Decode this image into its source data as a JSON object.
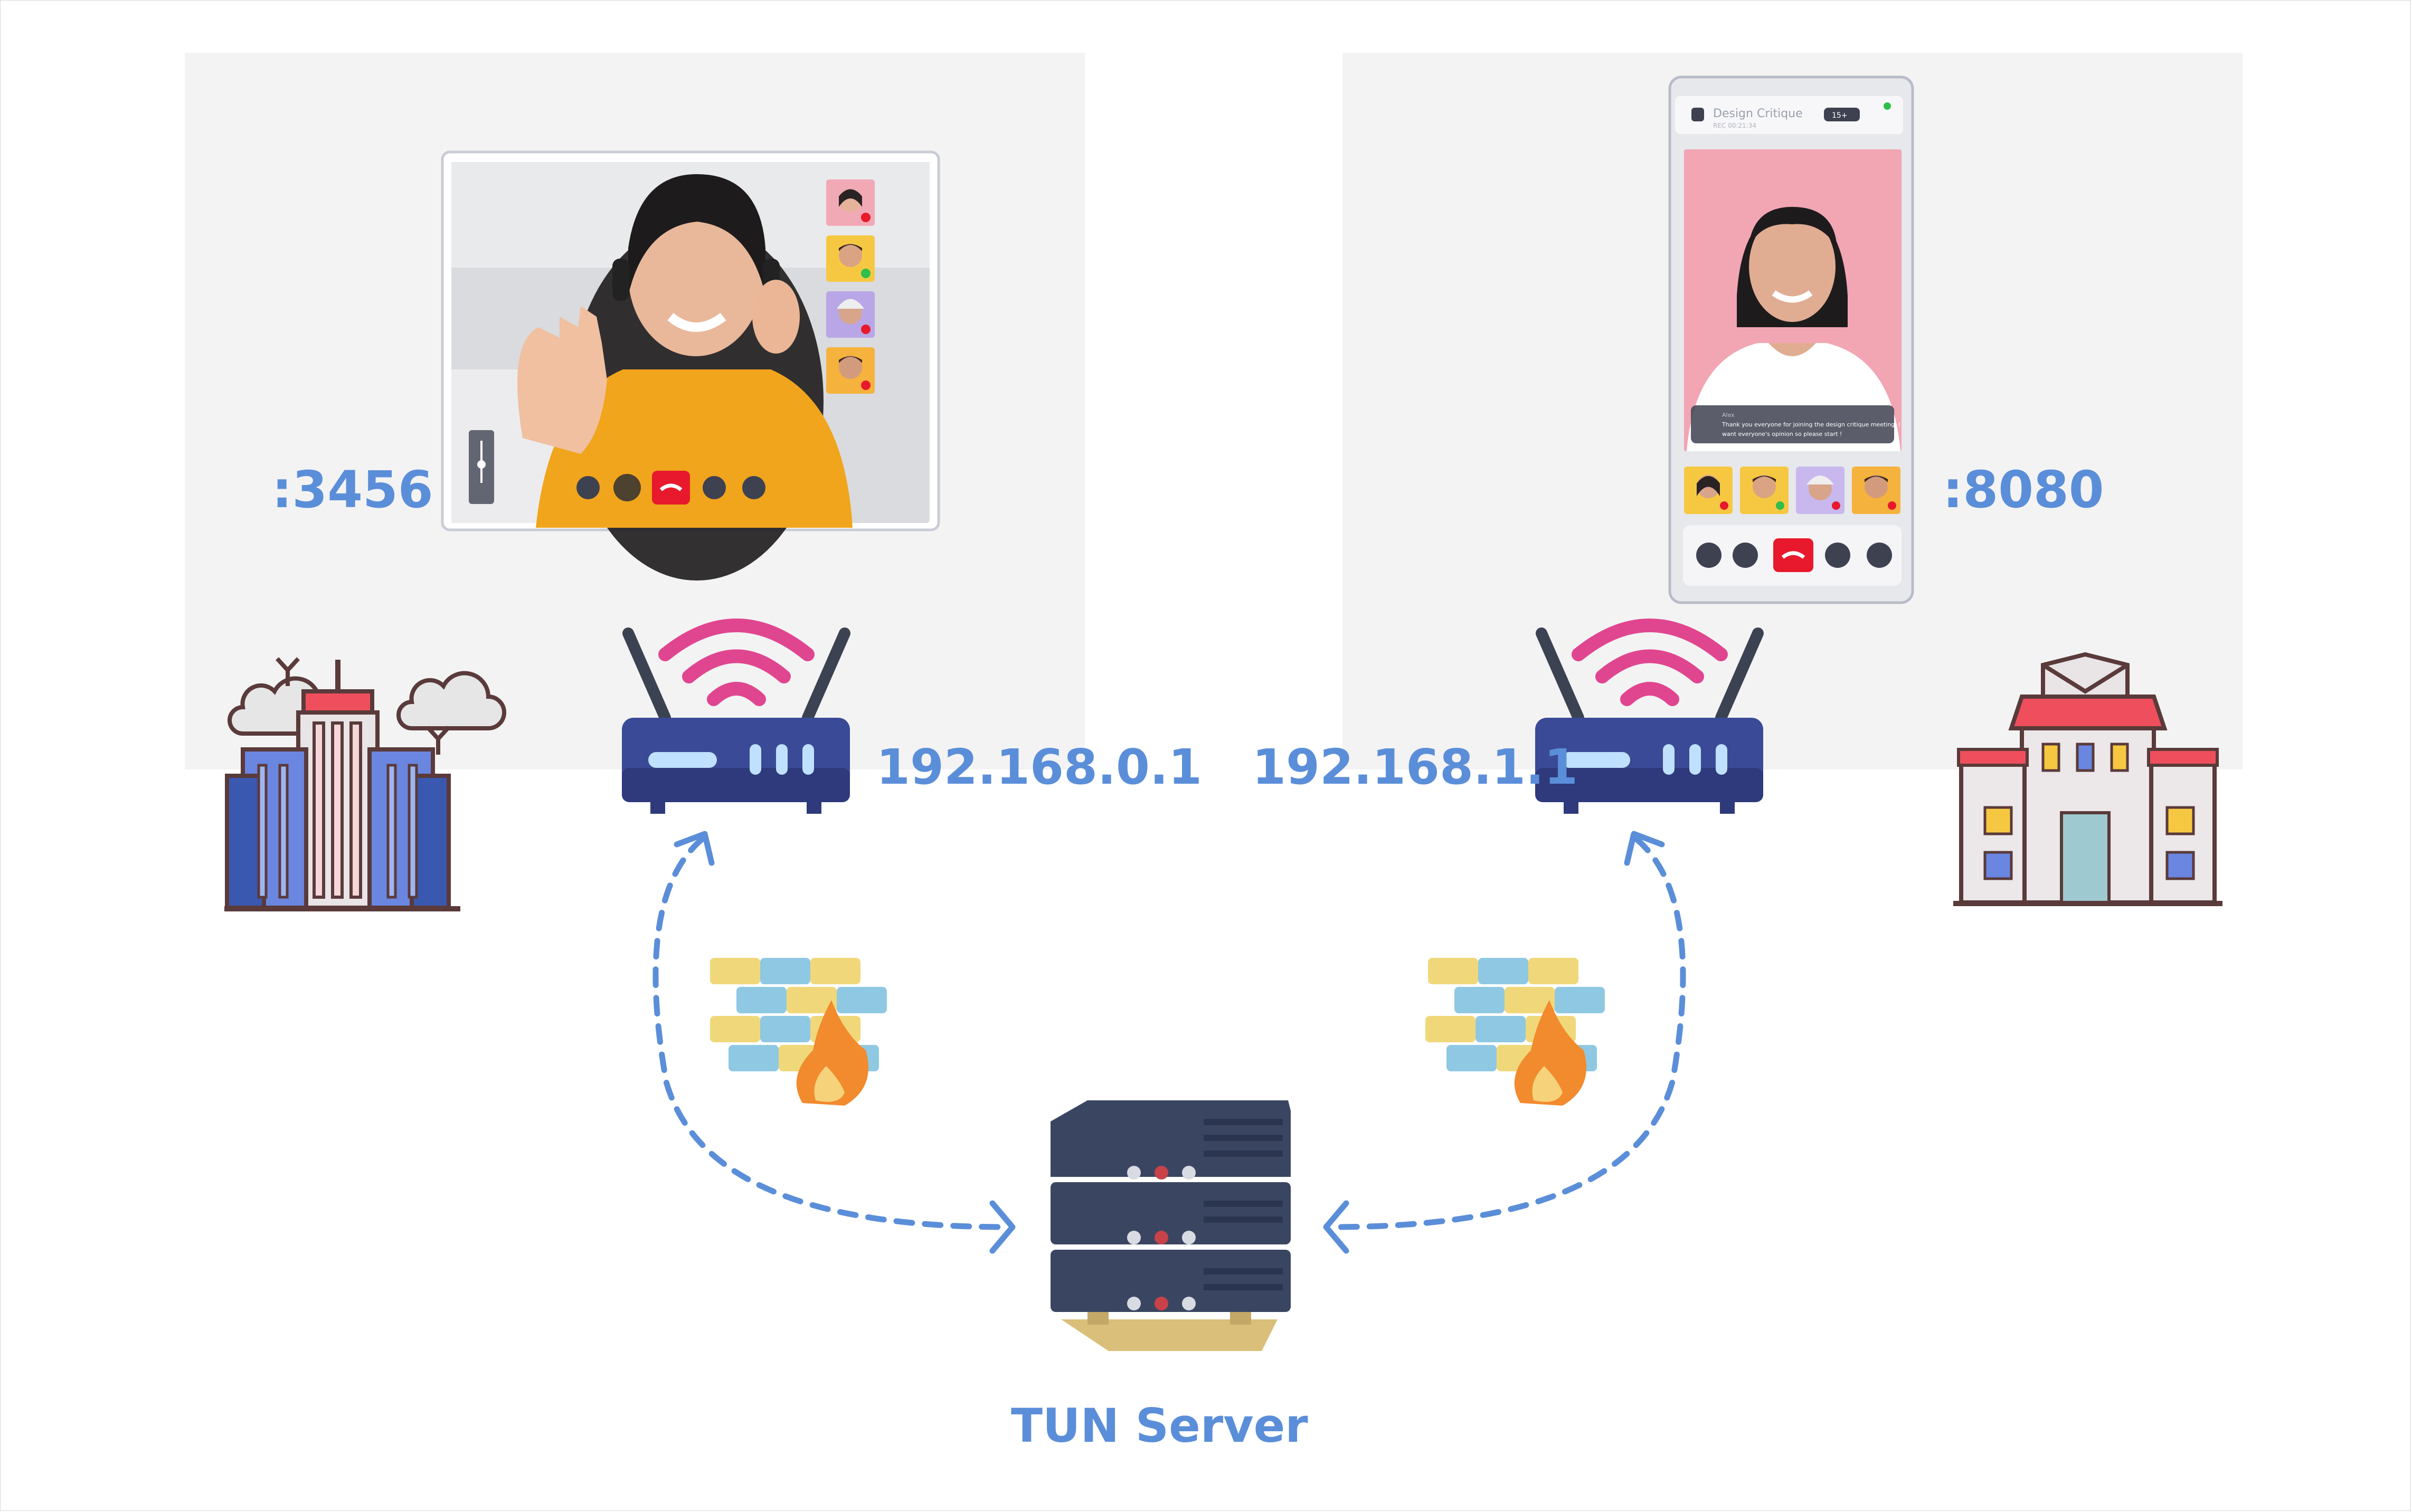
{
  "diagram": {
    "left_site": {
      "port": ":3456",
      "router_ip": "192.168.0.1",
      "call_controls": [
        "chat-icon",
        "record-icon",
        "hang-up-icon",
        "mic-icon",
        "settings-icon"
      ]
    },
    "right_site": {
      "port": ":8080",
      "router_ip": "192.168.1.1",
      "meeting_title": "Design Critique",
      "participant_count": "15+",
      "status": "REC 00:21:34",
      "chat_sender": "Alex",
      "chat_message_line1": "Thank you everyone for joining the design critique meeting. I",
      "chat_message_line2": "want everyone's opinion so please start !",
      "call_controls": [
        "speaker-icon",
        "video-icon",
        "hang-up-icon",
        "mic-icon",
        "more-icon"
      ]
    },
    "server": {
      "label": "TUN Server"
    }
  },
  "colors": {
    "label_blue": "#5b8ed9",
    "panel_gray": "#f3f3f3",
    "router_body": "#3b4a96",
    "wifi_pink": "#e0468f",
    "hangup_red": "#e8192c",
    "server_dark": "#3a4661"
  }
}
